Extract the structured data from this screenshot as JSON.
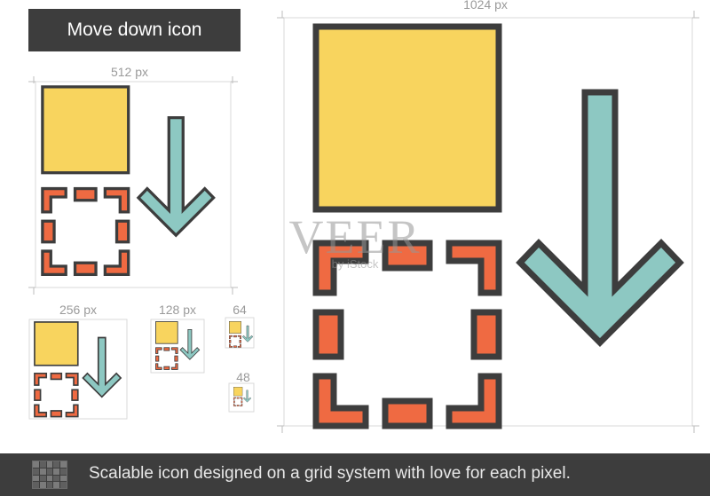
{
  "title": "Move down icon",
  "sizes": {
    "s1024": "1024 px",
    "s512": "512 px",
    "s256": "256 px",
    "s128": "128 px",
    "s64": "64",
    "s48": "48"
  },
  "watermark": {
    "brand": "VEER",
    "sub": "by iStock"
  },
  "footer": {
    "text": "Scalable icon designed on a grid system with love for each pixel."
  },
  "colors": {
    "square": "#f8d45e",
    "corners": "#ef6a42",
    "arrow": "#8dc8c2",
    "outline": "#3d3d3d",
    "grid": "#d9d9d9"
  }
}
